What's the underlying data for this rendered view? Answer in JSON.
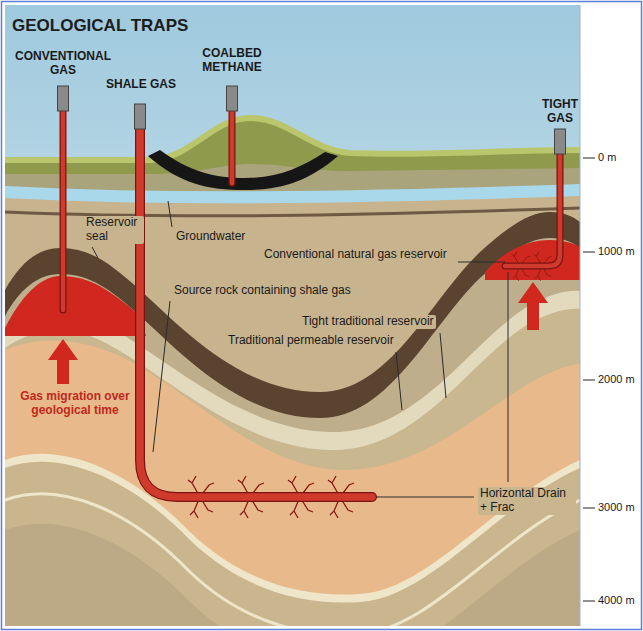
{
  "diagram": {
    "title": "GEOLOGICAL TRAPS",
    "labels": [
      "CONVENTIONAL GAS",
      "SHALE GAS",
      "COALBED METHANE",
      "TIGHT GAS",
      "0 m",
      "1000 m",
      "2000 m",
      "3000 m",
      "4000 m",
      "Reservoir seal",
      "Groundwater",
      "Source rock containing shale gas",
      "Conventional natural gas reservoir",
      "Tight traditional reservoir",
      "Traditional permeable reservoir",
      "Gas migration over geological time",
      "Horizontal Drain + Frac"
    ]
  }
}
